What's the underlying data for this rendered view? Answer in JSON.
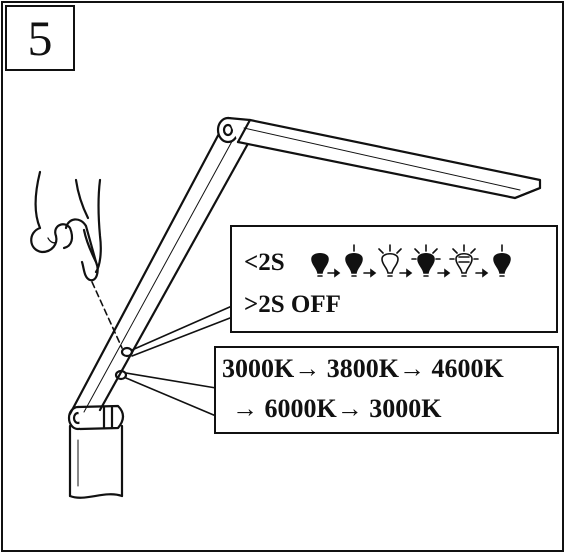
{
  "step_number": "5",
  "short_press": {
    "label": "<2S",
    "icon_sequence": [
      "bulb-level-1-icon",
      "bulb-level-2-icon",
      "bulb-level-3-icon",
      "bulb-level-4-icon",
      "bulb-level-5-icon",
      "bulb-level-6-icon"
    ]
  },
  "long_press": {
    "label": ">2S OFF"
  },
  "color_cycle": {
    "line1": "3000K→ 3800K→ 4600K",
    "line2": "→ 6000K→ 3000K"
  }
}
